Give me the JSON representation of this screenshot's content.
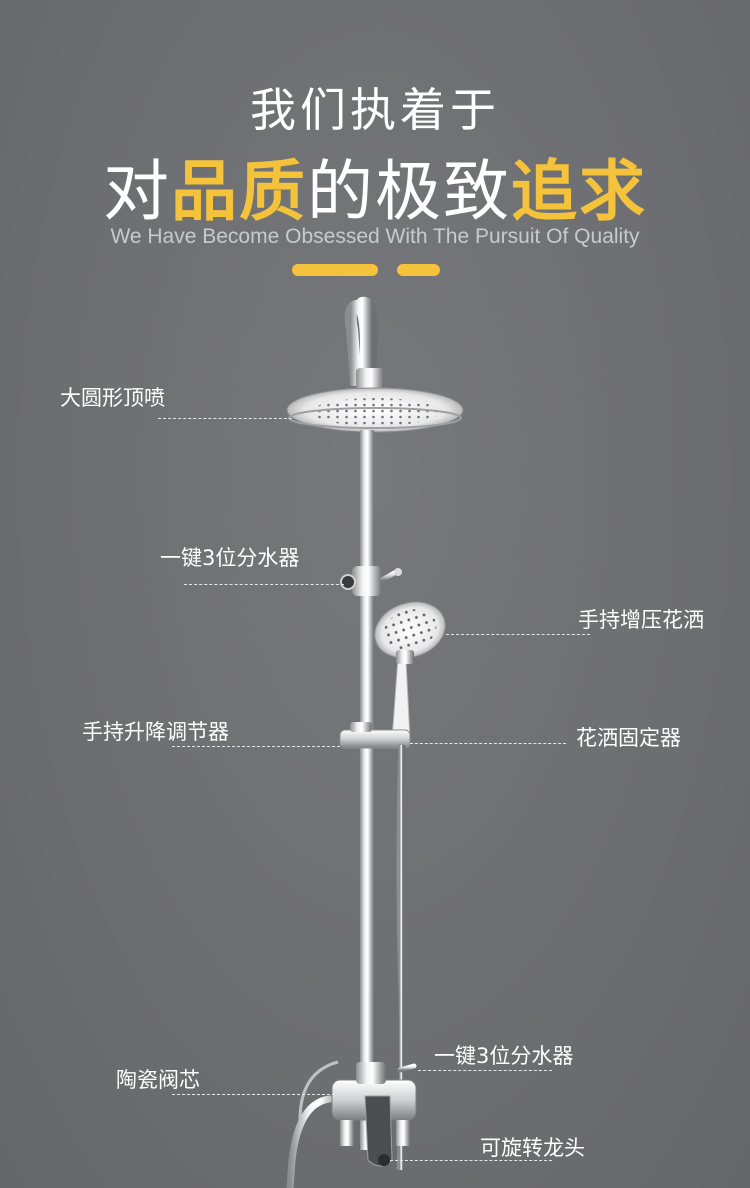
{
  "headline": {
    "line1": "我们执着于",
    "line2_prefix": "对",
    "line2_highlight1": "品质",
    "line2_middle": "的极致",
    "line2_highlight2": "追求",
    "subtitle": "We Have Become Obsessed With The Pursuit Of Quality"
  },
  "colors": {
    "background": "#6f7073",
    "accent": "#f5c33b",
    "text": "#ffffff",
    "subtitle": "#c9cacc"
  },
  "callouts": {
    "top_shower": "大圆形顶喷",
    "diverter_upper": "一键3位分水器",
    "handheld_shower": "手持增压花洒",
    "height_adjuster": "手持升降调节器",
    "shower_holder": "花洒固定器",
    "diverter_lower": "一键3位分水器",
    "ceramic_valve": "陶瓷阀芯",
    "spout": "可旋转龙头"
  }
}
